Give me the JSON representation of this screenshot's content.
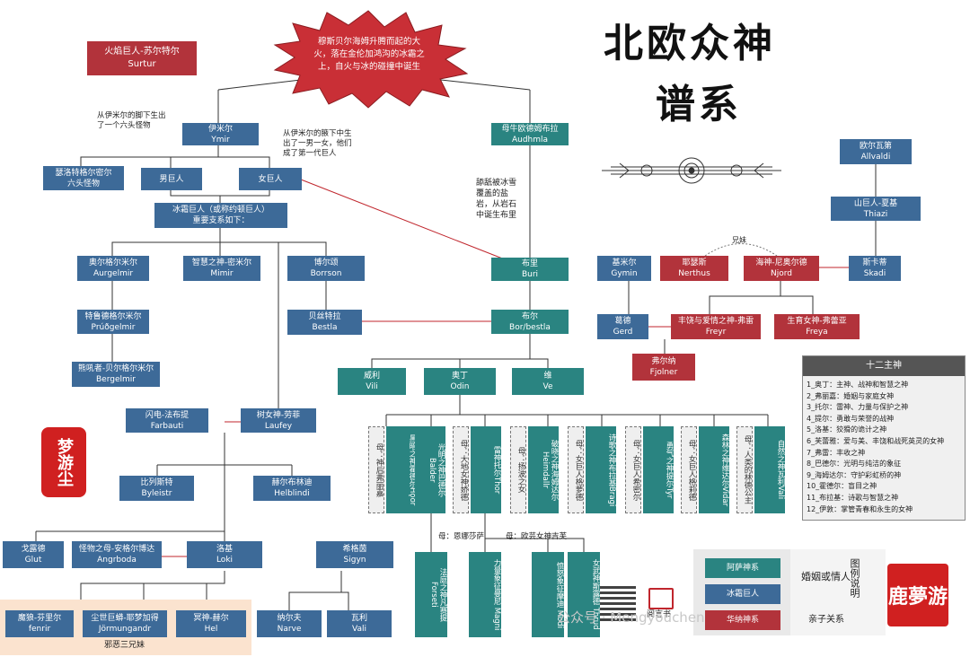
{
  "title_line1": "北欧众神",
  "title_line2": "谱系",
  "burst": {
    "line1": "穆斯贝尔海姆升腾而起的大",
    "line2": "火，落在金伦加鸿沟的冰霜之",
    "line3": "上，自火与冰的碰撞中诞生"
  },
  "surtur": {
    "cn": "火焰巨人-苏尔特尔",
    "en": "Surtur"
  },
  "ymir": {
    "cn": "伊米尔",
    "en": "Ymir"
  },
  "audhmla": {
    "cn": "母牛欧德姆布拉",
    "en": "Audhmla"
  },
  "note_foot": {
    "l1": "从伊米尔的脚下生出",
    "l2": "了一个六头怪物"
  },
  "note_armpit": {
    "l1": "从伊米尔的腋下中生",
    "l2": "出了一男一女，他们",
    "l3": "成了第一代巨人"
  },
  "note_lick": {
    "l1": "舔舐被冰雪",
    "l2": "覆盖的盐",
    "l3": "岩，从岩石",
    "l4": "中诞生布里"
  },
  "thrudgelmir6": {
    "cn": "瑟洛特格尔密尔",
    "en": "六头怪物"
  },
  "male_giant": "男巨人",
  "female_giant": "女巨人",
  "frost": {
    "l1": "冰霜巨人（或称约顿巨人）",
    "l2": "重要支系如下："
  },
  "aurgelmir": {
    "cn": "奥尔格尔米尔",
    "en": "Aurgelmir"
  },
  "mimir": {
    "cn": "智慧之神-密米尔",
    "en": "Mimir"
  },
  "borrson": {
    "cn": "博尔颂",
    "en": "Borrson"
  },
  "prudgelmir": {
    "cn": "特鲁德格尔米尔",
    "en": "Prúðgelmir"
  },
  "bestla": {
    "cn": "贝丝特拉",
    "en": "Bestla"
  },
  "bergelmir": {
    "cn": "熊吼者-贝尔格尔米尔",
    "en": "Bergelmir"
  },
  "buri": {
    "cn": "布里",
    "en": "Buri"
  },
  "bor": {
    "cn": "布尔",
    "en": "Bor/bestla"
  },
  "vili": {
    "cn": "威利",
    "en": "Vili"
  },
  "odin": {
    "cn": "奥丁",
    "en": "Odin"
  },
  "ve": {
    "cn": "维",
    "en": "Ve"
  },
  "farbauti": {
    "cn": "闪电-法布提",
    "en": "Farbauti"
  },
  "laufey": {
    "cn": "树女神-劳菲",
    "en": "Laufey"
  },
  "byleistr": {
    "cn": "比列斯特",
    "en": "Byleistr"
  },
  "helblindi": {
    "cn": "赫尔布林迪",
    "en": "Helblindi"
  },
  "glut": {
    "cn": "戈露德",
    "en": "Glut"
  },
  "angrboda": {
    "cn": "怪物之母-安格尔博达",
    "en": "Angrboda"
  },
  "loki": {
    "cn": "洛基",
    "en": "Loki"
  },
  "sigyn": {
    "cn": "希格茵",
    "en": "Sigyn"
  },
  "fenrir": {
    "cn": "魔狼-芬里尔",
    "en": "fenrir"
  },
  "jormungandr": {
    "cn": "尘世巨蟒-耶梦加得",
    "en": "Jörmungandr"
  },
  "hel": {
    "cn": "冥神-赫尔",
    "en": "Hel"
  },
  "evil_three": "邪恶三兄妹",
  "narve": {
    "cn": "纳尔夫",
    "en": "Narve"
  },
  "vali_loki": {
    "cn": "瓦利",
    "en": "Vali"
  },
  "allvaldi": {
    "cn": "欧尔瓦第",
    "en": "Allvaldi"
  },
  "thiazi": {
    "cn": "山巨人-夏基",
    "en": "Thiazi"
  },
  "skadi": {
    "cn": "斯卡蒂",
    "en": "Skadi"
  },
  "gymin": {
    "cn": "基米尔",
    "en": "Gymin"
  },
  "nerthus": {
    "cn": "耶瑟斯",
    "en": "Nerthus"
  },
  "njord": {
    "cn": "海神-尼奥尔德",
    "en": "Njord"
  },
  "siblings": "兄妹",
  "gerd": {
    "cn": "葛德",
    "en": "Gerd"
  },
  "freyr": {
    "cn": "丰饶与爱情之神-弗雷",
    "en": "Freyr"
  },
  "freya": {
    "cn": "生育女神-弗蕾亚",
    "en": "Freya"
  },
  "fjolner": {
    "cn": "弗尔纳",
    "en": "Fjolner"
  },
  "odin_children": [
    {
      "mother": "母：神后弗丽嘉",
      "god": "黑暗之神霍德尔",
      "en": "Hǫðr"
    },
    {
      "mother": "",
      "god": "光明之神巴德尔",
      "en": "Balder"
    },
    {
      "mother": "母：大地女神娇德",
      "god": "雷神托尔",
      "en": "Thor"
    },
    {
      "mother": "母：扬波之女",
      "god": "破晓之神海姆达尔",
      "en": "Heimdallr"
    },
    {
      "mother": "母：女巨人格萝德",
      "god": "诗歌之神布拉基",
      "en": "Bragi"
    },
    {
      "mother": "母：女巨人希密尔",
      "god": "勇气之神提尔",
      "en": "Tyr"
    },
    {
      "mother": "母：女巨人格莉德",
      "god": "森林之神维达尔",
      "en": "Vidar"
    },
    {
      "mother": "母：人类的林德公主",
      "god": "自然之神瓦利",
      "en": "Vali"
    }
  ],
  "mother_nanna": "母：恩娜莎萨",
  "mother_sif": "母：欧芸女神吉芙",
  "forseti": {
    "god": "法庭之神凡赛提",
    "en": "Forseti"
  },
  "magni": {
    "god": "力量象征曼尼",
    "en": "Magni"
  },
  "modi": {
    "god": "愤怒象征摩迪",
    "en": "Modi"
  },
  "thrud": {
    "god": "女武神斯露德",
    "en": "Thrud"
  },
  "twelve_title": "十二主神",
  "twelve": [
    "1_奥丁：主神、战神和智慧之神",
    "2_弗丽嘉：婚姻与家庭女神",
    "3_托尔：雷神、力量与保护之神",
    "4_提尔：勇敢与荣誉的战神",
    "5_洛基：狡猾的诡计之神",
    "6_芙蕾雅：爱与美、丰饶和战死英灵的女神",
    "7_弗雷：丰收之神",
    "8_巴德尔：光明与纯洁的象征",
    "9_海姆达尔：守护彩虹桥的神",
    "10_霍德尔：盲目之神",
    "11_布拉基：诗歌与智慧之神",
    "12_伊敦：掌管青春和永生的女神"
  ],
  "legend": {
    "aesir": "阿萨神系",
    "frost": "冰霜巨人",
    "vanir": "华纳神系",
    "marriage": "婚姻或情人",
    "kin": "亲子关系",
    "label": "图例说明"
  },
  "seal_left": "梦游尘",
  "seal_right": "鹿夢游",
  "watermark": "公众号 · Mengyouchen",
  "qr_label": "阅言书",
  "colors": {
    "aesir": "#2a8481",
    "frost": "#3d6a98",
    "vanir": "#b2333b"
  }
}
